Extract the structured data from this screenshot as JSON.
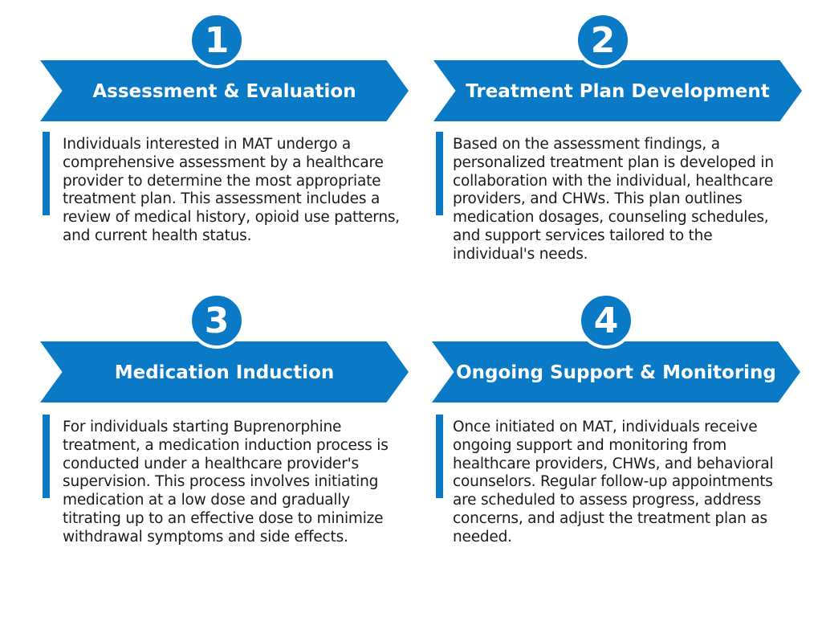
{
  "steps": [
    {
      "number": "1",
      "title": "Assessment & Evaluation",
      "description": "Individuals interested in MAT undergo a comprehensive assessment by a healthcare provider to determine the most appropriate treatment plan. This assessment includes a review of medical history, opioid use patterns, and current health status."
    },
    {
      "number": "2",
      "title": "Treatment Plan Development",
      "description": "Based on the assessment findings, a personalized treatment plan is developed in collaboration with the individual, healthcare providers, and CHWs. This plan outlines medication dosages, counseling schedules, and support services tailored to the individual's needs."
    },
    {
      "number": "3",
      "title": "Medication Induction",
      "description": "For individuals starting Buprenorphine treatment, a medication induction process is conducted under a healthcare provider's supervision. This process involves initiating medication at a low dose and gradually titrating up to an effective dose to minimize withdrawal symptoms and side effects."
    },
    {
      "number": "4",
      "title": "Ongoing Support & Monitoring",
      "description": "Once initiated on MAT, individuals receive ongoing support and monitoring from healthcare providers, CHWs, and behavioral counselors. Regular follow-up appointments are scheduled to assess progress, address concerns, and adjust the treatment plan as needed."
    }
  ],
  "colors": {
    "accent": "#0a7ac6",
    "text": "#1b1b1b",
    "background": "#ffffff"
  }
}
